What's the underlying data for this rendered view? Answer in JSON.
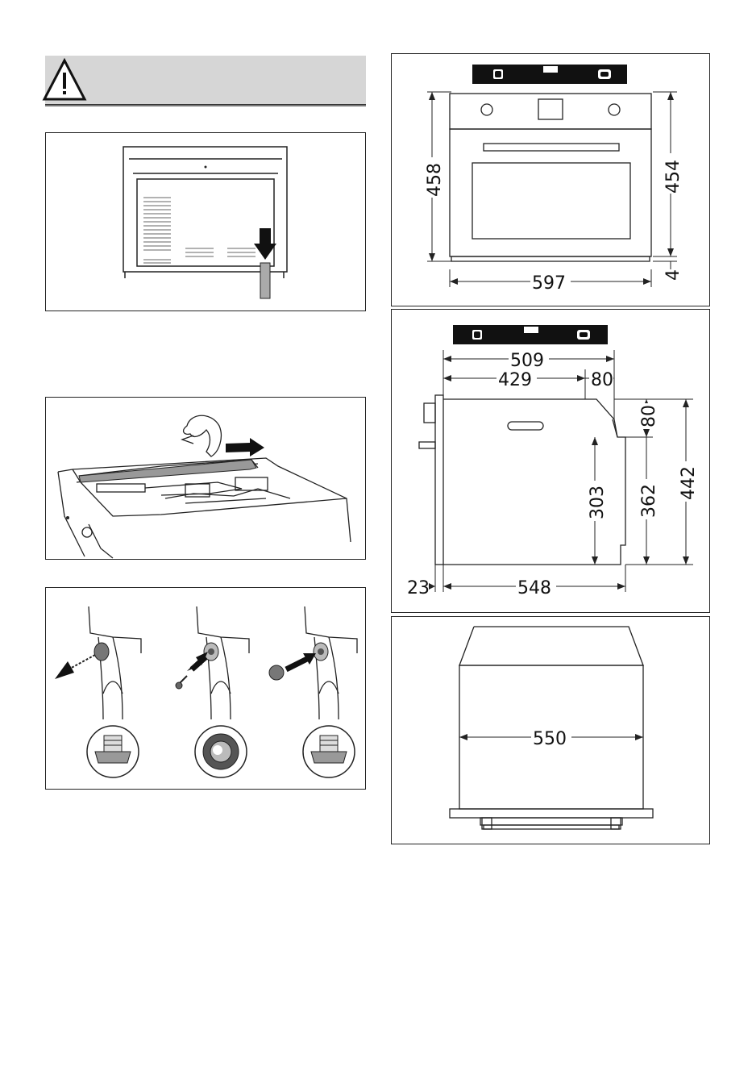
{
  "dimensions": {
    "front": {
      "height_outer": "458",
      "height_inner": "454",
      "gap": "4",
      "width": "597"
    },
    "side": {
      "depth_total": "509",
      "depth_body": "429",
      "depth_top": "80",
      "height_top": "80",
      "height_inner": "303",
      "height_mid": "362",
      "height_total": "442",
      "front_offset": "23",
      "depth_bottom": "548"
    },
    "top": {
      "width": "550"
    }
  }
}
